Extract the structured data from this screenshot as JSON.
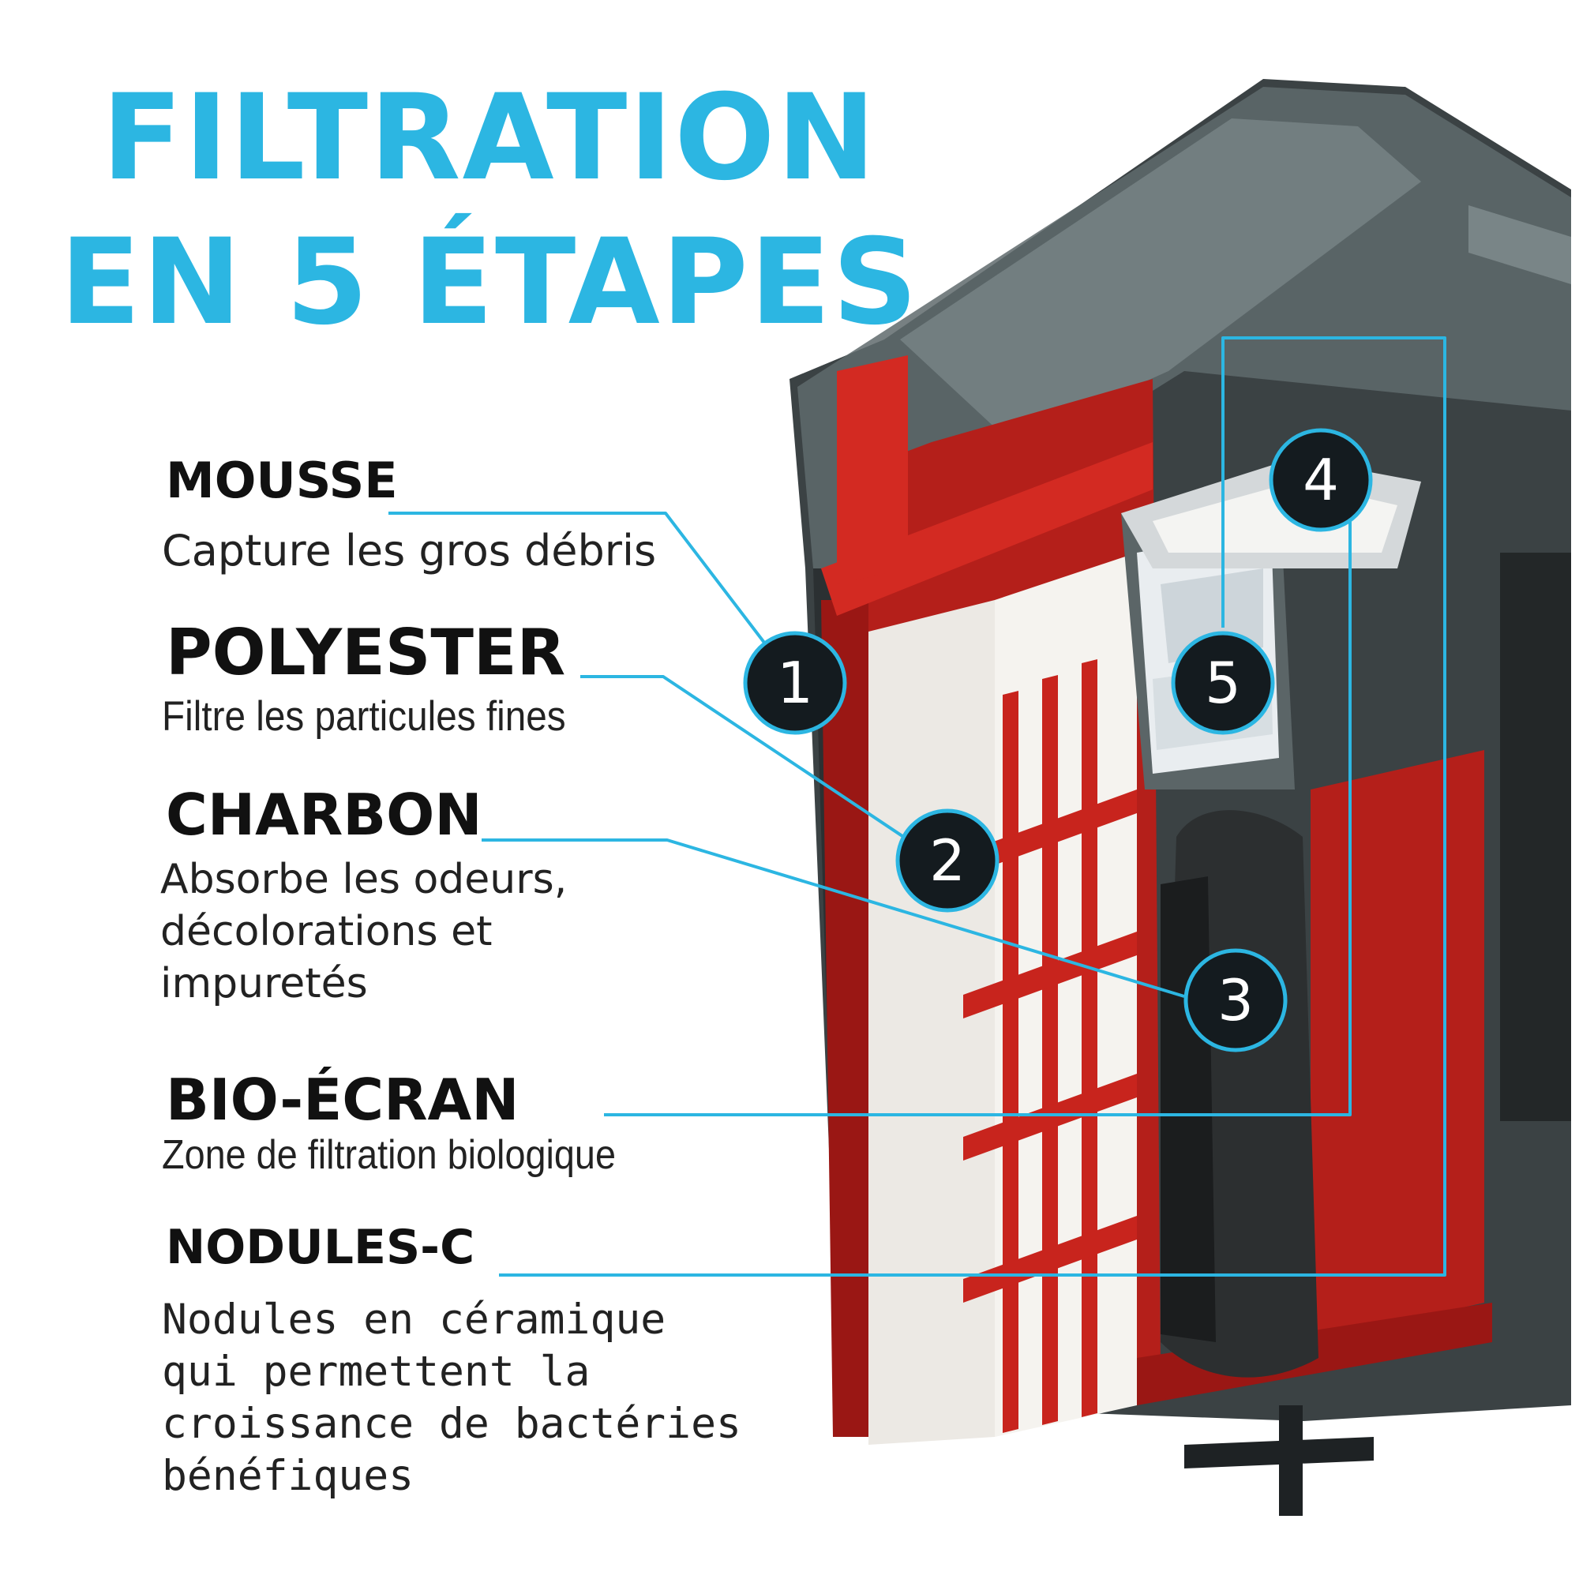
{
  "title": {
    "line1": "FILTRATION",
    "line2": "EN 5 ÉTAPES"
  },
  "stages": [
    {
      "number": "1",
      "name": "MOUSSE",
      "description": "Capture les gros débris"
    },
    {
      "number": "2",
      "name": "POLYESTER",
      "description": "Filtre les particules fines"
    },
    {
      "number": "3",
      "name": "CHARBON",
      "description_lines": [
        "Absorbe les odeurs,",
        "décolorations et",
        "impuretés"
      ]
    },
    {
      "number": "4",
      "name": "BIO-ÉCRAN",
      "description": "Zone de filtration biologique"
    },
    {
      "number": "5",
      "name": "NODULES-C",
      "description_lines": [
        "Nodules en céramique",
        "qui permettent la",
        "croissance de bactéries",
        "bénéfiques"
      ]
    }
  ],
  "colors": {
    "title": "#2cb6e2",
    "leader_line": "#2cb6e2",
    "frame_red": "#c8241d",
    "housing": "#3a3f40",
    "badge": "#141b1f"
  }
}
